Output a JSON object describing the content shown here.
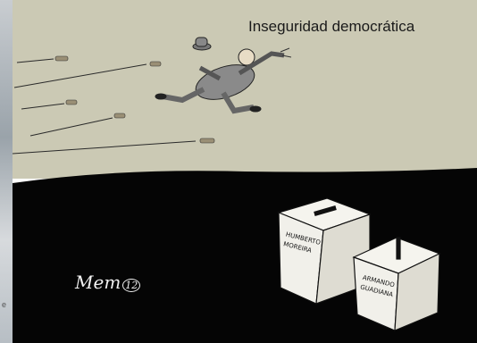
{
  "cartoon": {
    "title": "Inseguridad democrática",
    "box_left_label_line1": "HUMBERTO",
    "box_left_label_line2": "MOREIRA",
    "box_right_label_line1": "ARMANDO",
    "box_right_label_line2": "GUADIANA",
    "signature": "Mem",
    "signature_year": "12"
  },
  "frame": {
    "edge_mark": "e"
  },
  "colors": {
    "sky": "#cbc9b4",
    "ground": "#050505",
    "box": "#f1f0ea"
  }
}
